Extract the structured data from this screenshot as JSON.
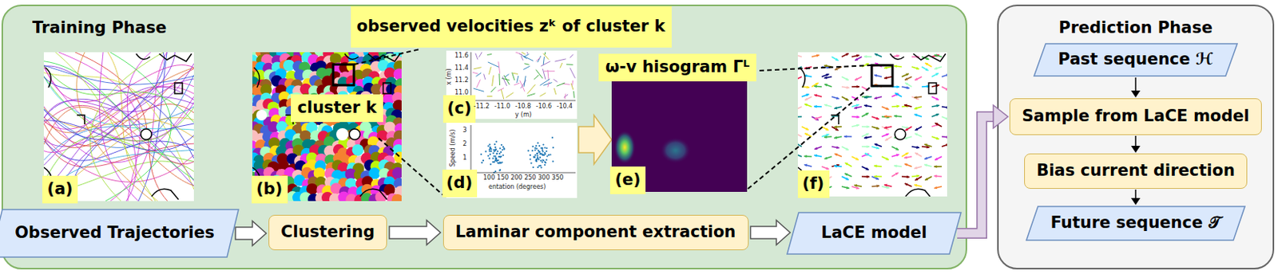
{
  "diagram": {
    "nodes": [
      {
        "text": [
          "Training Phase"
        ]
      },
      {
        "text": [
          "observed velocities zᵏ of cluster k"
        ],
        "in": 0
      },
      {
        "text": [
          "cluster k"
        ],
        "in": 0
      },
      {
        "text": [
          "ω-v hisogram Γᴸ"
        ],
        "in": 0
      },
      {
        "text": [
          "(a)"
        ],
        "in": 0
      },
      {
        "text": [
          "(b)"
        ],
        "in": 0
      },
      {
        "text": [
          "(c)"
        ],
        "in": 0
      },
      {
        "text": [
          "(d)"
        ],
        "in": 0
      },
      {
        "text": [
          "(e)"
        ],
        "in": 0
      },
      {
        "text": [
          "(f)"
        ],
        "in": 0
      },
      {
        "text": [
          "Observed Trajectories"
        ],
        "in": 0
      },
      {
        "text": [
          "Clustering"
        ],
        "in": 0
      },
      {
        "text": [
          "Laminar component extraction"
        ],
        "in": 0
      },
      {
        "text": [
          "LaCE model"
        ],
        "in": 0
      },
      {
        "text": [
          "Prediction Phase"
        ]
      },
      {
        "text": [
          "Past sequence ℋ"
        ],
        "in": 14
      },
      {
        "text": [
          "Sample from LaCE model"
        ],
        "in": 14
      },
      {
        "text": [
          "Bias current direction"
        ],
        "in": 14
      },
      {
        "text": [
          "Future sequence 𝒯"
        ],
        "in": 14
      }
    ],
    "edges": [
      {
        "from": 10,
        "to": 11,
        "arrow": "to"
      },
      {
        "from": 11,
        "to": 12,
        "arrow": "to"
      },
      {
        "from": 12,
        "to": 13,
        "arrow": "to"
      },
      {
        "from": 13,
        "to": 16,
        "arrow": "to"
      },
      {
        "from": 15,
        "to": 16,
        "arrow": "to"
      },
      {
        "from": 16,
        "to": 17,
        "arrow": "to"
      },
      {
        "from": 17,
        "to": 18,
        "arrow": "to"
      }
    ],
    "labels": [
      "x (m)",
      "11.6",
      "11.4",
      "11.2",
      "11.0",
      "-11.2",
      "-11.0",
      "-10.8",
      "-10.6",
      "-10.4",
      "y (m)",
      "Speed (m/s)",
      "3",
      "2",
      "1",
      "100 150 200 250 300 350",
      "entation (degrees)"
    ]
  }
}
